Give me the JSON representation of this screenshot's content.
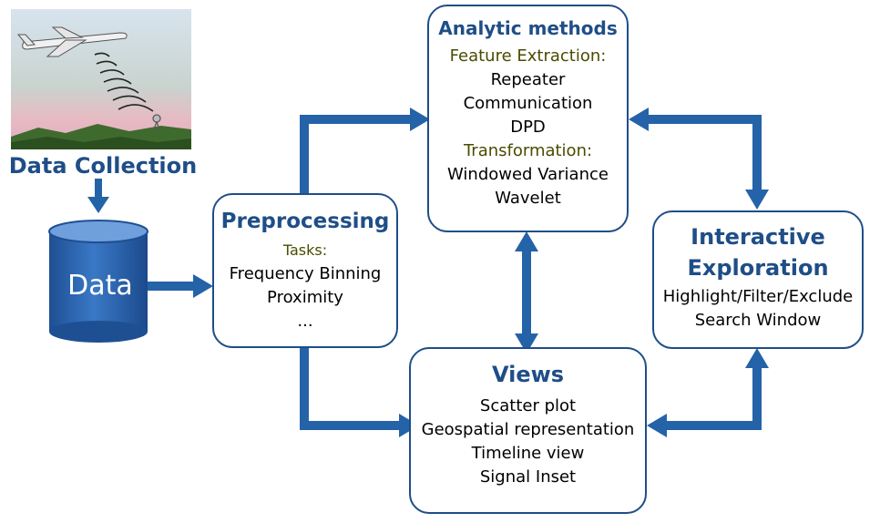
{
  "data_collection": {
    "label": "Data Collection"
  },
  "data_store": {
    "label": "Data"
  },
  "preprocessing": {
    "title": "Preprocessing",
    "subtitle": "Tasks:",
    "items": [
      "Frequency Binning",
      "Proximity",
      "..."
    ]
  },
  "analytic_methods": {
    "title": "Analytic methods",
    "feature_heading": "Feature Extraction:",
    "feature_items": [
      "Repeater",
      "Communication",
      "DPD"
    ],
    "transform_heading": "Transformation:",
    "transform_items": [
      "Windowed Variance",
      "Wavelet"
    ]
  },
  "interactive_exploration": {
    "title_line1": "Interactive",
    "title_line2": "Exploration",
    "items": [
      "Highlight/Filter/Exclude",
      "Search Window"
    ]
  },
  "views": {
    "title": "Views",
    "items": [
      "Scatter plot",
      "Geospatial representation",
      "Timeline view",
      "Signal Inset"
    ]
  },
  "colors": {
    "accent": "#1f4e87",
    "arrow": "#2563a8",
    "cylinder": "#2c63ad",
    "subheading": "#4b4b00"
  }
}
